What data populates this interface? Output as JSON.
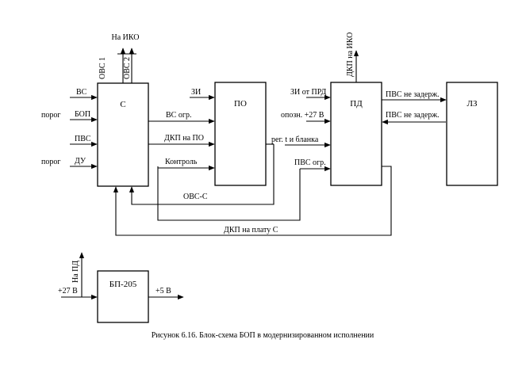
{
  "blocks": {
    "c": "С",
    "po": "ПО",
    "pd": "ПД",
    "lz": "ЛЗ",
    "bp": "БП-205"
  },
  "signals": {
    "na_iko_top": "На ИКО",
    "ovs_1": "ОВС 1",
    "ovs_2": "ОВС 2",
    "vs": "ВС",
    "porog_1": "порог",
    "bop": "БОП",
    "pvs": "ПВС",
    "porog_2": "порог",
    "du": "ДУ",
    "zi": "ЗИ",
    "vs_ogr": "ВС огр.",
    "dkp_na_po": "ДКП на ПО",
    "kontrol": "Контроль",
    "ovs_c": "ОВС-С",
    "dkp_na_platu_c": "ДКП на плату С",
    "dkp_na_iko": "ДКП на ИКО",
    "zi_ot_prd": "ЗИ от ПРД",
    "opozn_27v": "опозн. +27 В",
    "reg_t_blanka": "рег. t  и бланка",
    "pvs_ogr": "ПВС огр.",
    "pvs_ne_zaderzh_1": "ПВС не задерж.",
    "pvs_ne_zaderzh_2": "ПВС не задерж.",
    "na_pd": "На ПД",
    "plus_27v": "+27 В",
    "plus_5v": "+5 В"
  },
  "caption": "Рисунок 6.16. Блок-схема БОП в модернизированном исполнении"
}
